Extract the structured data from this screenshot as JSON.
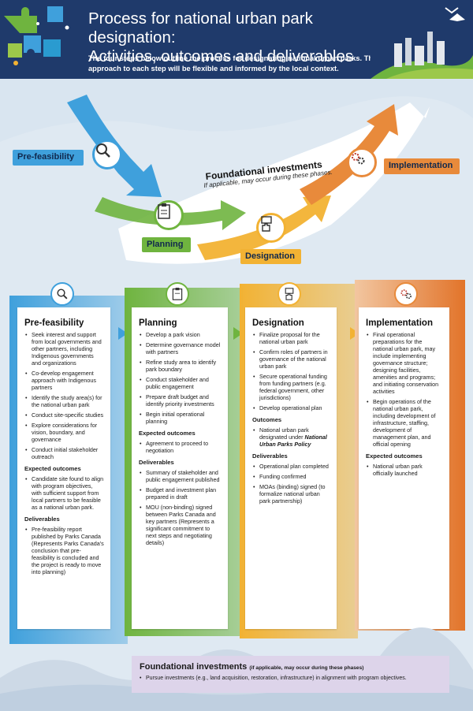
{
  "header": {
    "title_line1": "Process for national urban park designation:",
    "title_line2": "Activities, outcomes and deliverables",
    "subtitle": "The four steps below outline the process for designating national urban parks. The approach to each step will be flexible and informed by the local context."
  },
  "flow": {
    "steps": [
      {
        "label": "Pre-feasibility",
        "icon": "magnifier-icon",
        "color": "#3fa0dc"
      },
      {
        "label": "Planning",
        "icon": "clipboard-icon",
        "color": "#6fb43f"
      },
      {
        "label": "Designation",
        "icon": "hand-icon",
        "color": "#f2b233"
      },
      {
        "label": "Implementation",
        "icon": "gears-icon",
        "color": "#e88a3b"
      }
    ],
    "foundational_title": "Foundational investments",
    "foundational_sub": "If applicable, may occur during these phases."
  },
  "columns": [
    {
      "title": "Pre-feasibility",
      "activities": [
        "Seek interest and support from local governments and other partners, including Indigenous governments and organizations",
        "Co-develop engagement approach with Indigenous partners",
        "Identify the study area(s) for the national urban park",
        "Conduct site-specific studies",
        "Explore considerations for vision, boundary, and governance",
        "Conduct initial stakeholder outreach"
      ],
      "outcomes_label": "Expected outcomes",
      "outcomes": [
        "Candidate site found to align with program objectives, with sufficient support from local partners to be feasible as a national urban park."
      ],
      "deliverables_label": "Deliverables",
      "deliverables": [
        "Pre-feasibility report published by Parks Canada (Represents Parks Canada's conclusion that pre-feasibility is concluded and the project is ready to move into planning)"
      ]
    },
    {
      "title": "Planning",
      "activities": [
        "Develop a park vision",
        "Determine governance model with partners",
        "Refine study area to identify park boundary",
        "Conduct stakeholder and public engagement",
        "Prepare draft budget and identify priority investments",
        "Begin initial operational planning"
      ],
      "outcomes_label": "Expected outcomes",
      "outcomes": [
        "Agreement to proceed to negotiation"
      ],
      "deliverables_label": "Deliverables",
      "deliverables": [
        "Summary of stakeholder and public engagement published",
        "Budget and investment plan prepared in draft",
        "MOU (non-binding) signed between Parks Canada and key partners (Represents a significant commitment to next steps and negotiating details)"
      ]
    },
    {
      "title": "Designation",
      "activities": [
        "Finalize proposal for the national urban park",
        "Confirm roles of partners in governance of the national urban park",
        "Secure operational funding from funding partners (e.g. federal government, other jurisdictions)",
        "Develop operational plan"
      ],
      "outcomes_label": "Outcomes",
      "outcome_prefix": "National urban park designated under ",
      "outcome_policy": "National Urban Parks Policy",
      "deliverables_label": "Deliverables",
      "deliverables": [
        "Operational plan completed",
        "Funding confirmed",
        "MOAs (binding) signed (to formalize national urban park partnership)"
      ]
    },
    {
      "title": "Implementation",
      "activities": [
        "Final operational preparations for the national urban park, may include implementing governance structure; designing facilities, amenities and programs; and initiating conservation activities",
        "Begin operations of the national urban park, including development of infrastructure, staffing, development of management plan, and official opening"
      ],
      "outcomes_label": "Expected outcomes",
      "outcomes": [
        "National urban park officially launched"
      ]
    }
  ],
  "foundational_box": {
    "title": "Foundational investments",
    "note": "(if applicable, may occur during these phases)",
    "item": "Pursue investments (e.g., land acquisition, restoration, infrastructure) in alignment with program objectives."
  }
}
